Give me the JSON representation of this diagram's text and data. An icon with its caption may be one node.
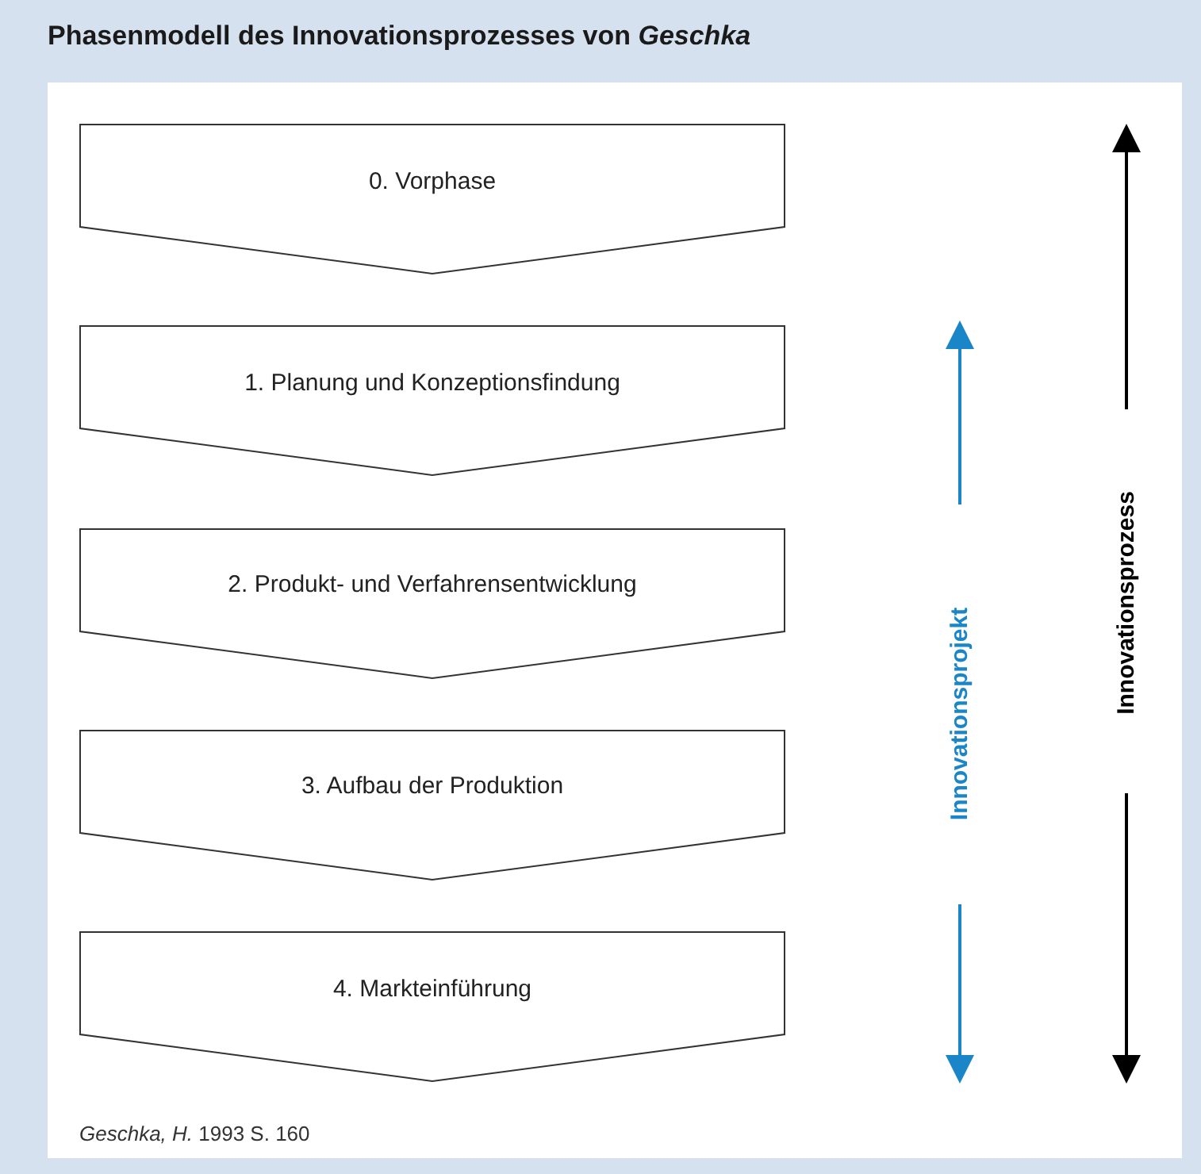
{
  "diagram": {
    "title": "Phasenmodell des Innovationsprozesses von *Geschka*",
    "nodes": [
      {
        "text": [
          "0. Vorphase"
        ]
      },
      {
        "text": [
          "1. Planung und Konzeptionsfindung"
        ]
      },
      {
        "text": [
          "2. Produkt- und Verfahrensentwicklung"
        ]
      },
      {
        "text": [
          "3. Aufbau der Produktion"
        ]
      },
      {
        "text": [
          "4. Markteinführung"
        ]
      }
    ],
    "labels": [
      "Innovationsprojekt",
      "Innovationsprozess"
    ],
    "caption": "*Geschka, H.* 1993 S. 160"
  }
}
